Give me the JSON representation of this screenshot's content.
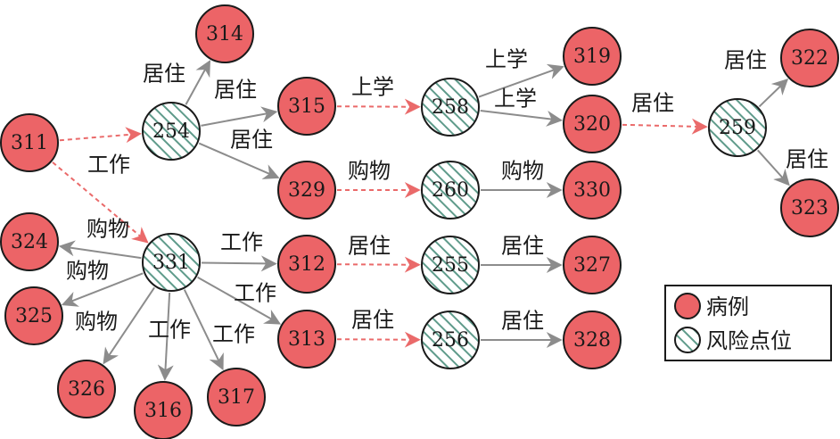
{
  "colors": {
    "case_fill": "#ec6467",
    "case_stroke": "#1a1a1a",
    "risk_fill": "#ffffff",
    "risk_hatch": "#5f9b8b",
    "solid_edge": "#8c8c8c",
    "dashed_edge": "#ea6a6a"
  },
  "nodes": [
    {
      "id": "311",
      "label": "311",
      "kind": "case"
    },
    {
      "id": "314",
      "label": "314",
      "kind": "case"
    },
    {
      "id": "254",
      "label": "254",
      "kind": "risk"
    },
    {
      "id": "315",
      "label": "315",
      "kind": "case"
    },
    {
      "id": "329",
      "label": "329",
      "kind": "case"
    },
    {
      "id": "258",
      "label": "258",
      "kind": "risk"
    },
    {
      "id": "260",
      "label": "260",
      "kind": "risk"
    },
    {
      "id": "319",
      "label": "319",
      "kind": "case"
    },
    {
      "id": "320",
      "label": "320",
      "kind": "case"
    },
    {
      "id": "330",
      "label": "330",
      "kind": "case"
    },
    {
      "id": "259",
      "label": "259",
      "kind": "risk"
    },
    {
      "id": "322",
      "label": "322",
      "kind": "case"
    },
    {
      "id": "323",
      "label": "323",
      "kind": "case"
    },
    {
      "id": "331",
      "label": "331",
      "kind": "risk"
    },
    {
      "id": "324",
      "label": "324",
      "kind": "case"
    },
    {
      "id": "325",
      "label": "325",
      "kind": "case"
    },
    {
      "id": "326",
      "label": "326",
      "kind": "case"
    },
    {
      "id": "316",
      "label": "316",
      "kind": "case"
    },
    {
      "id": "317",
      "label": "317",
      "kind": "case"
    },
    {
      "id": "312",
      "label": "312",
      "kind": "case"
    },
    {
      "id": "313",
      "label": "313",
      "kind": "case"
    },
    {
      "id": "255",
      "label": "255",
      "kind": "risk"
    },
    {
      "id": "256",
      "label": "256",
      "kind": "risk"
    },
    {
      "id": "327",
      "label": "327",
      "kind": "case"
    },
    {
      "id": "328",
      "label": "328",
      "kind": "case"
    }
  ],
  "edges": [
    {
      "from": "311",
      "to": "254",
      "style": "dashed",
      "label": ""
    },
    {
      "from": "311",
      "to": "331",
      "style": "dashed",
      "label": "工作"
    },
    {
      "from": "254",
      "to": "314",
      "style": "solid",
      "label": "居住"
    },
    {
      "from": "254",
      "to": "315",
      "style": "solid",
      "label": "居住"
    },
    {
      "from": "254",
      "to": "329",
      "style": "solid",
      "label": "居住"
    },
    {
      "from": "315",
      "to": "258",
      "style": "dashed",
      "label": "上学"
    },
    {
      "from": "329",
      "to": "260",
      "style": "dashed",
      "label": "购物"
    },
    {
      "from": "258",
      "to": "319",
      "style": "solid",
      "label": "上学"
    },
    {
      "from": "258",
      "to": "320",
      "style": "solid",
      "label": "上学"
    },
    {
      "from": "260",
      "to": "330",
      "style": "solid",
      "label": "购物"
    },
    {
      "from": "320",
      "to": "259",
      "style": "dashed",
      "label": "居住"
    },
    {
      "from": "259",
      "to": "322",
      "style": "solid",
      "label": "居住"
    },
    {
      "from": "259",
      "to": "323",
      "style": "solid",
      "label": "居住"
    },
    {
      "from": "331",
      "to": "324",
      "style": "solid",
      "label": "购物"
    },
    {
      "from": "331",
      "to": "325",
      "style": "solid",
      "label": "购物"
    },
    {
      "from": "331",
      "to": "326",
      "style": "solid",
      "label": "购物"
    },
    {
      "from": "331",
      "to": "316",
      "style": "solid",
      "label": "工作"
    },
    {
      "from": "331",
      "to": "317",
      "style": "solid",
      "label": "工作"
    },
    {
      "from": "331",
      "to": "312",
      "style": "solid",
      "label": "工作"
    },
    {
      "from": "331",
      "to": "313",
      "style": "solid",
      "label": "工作"
    },
    {
      "from": "312",
      "to": "255",
      "style": "dashed",
      "label": "居住"
    },
    {
      "from": "313",
      "to": "256",
      "style": "dashed",
      "label": "居住"
    },
    {
      "from": "255",
      "to": "327",
      "style": "solid",
      "label": "居住"
    },
    {
      "from": "256",
      "to": "328",
      "style": "solid",
      "label": "居住"
    }
  ],
  "legend": {
    "case_label": "病例",
    "risk_label": "风险点位"
  }
}
